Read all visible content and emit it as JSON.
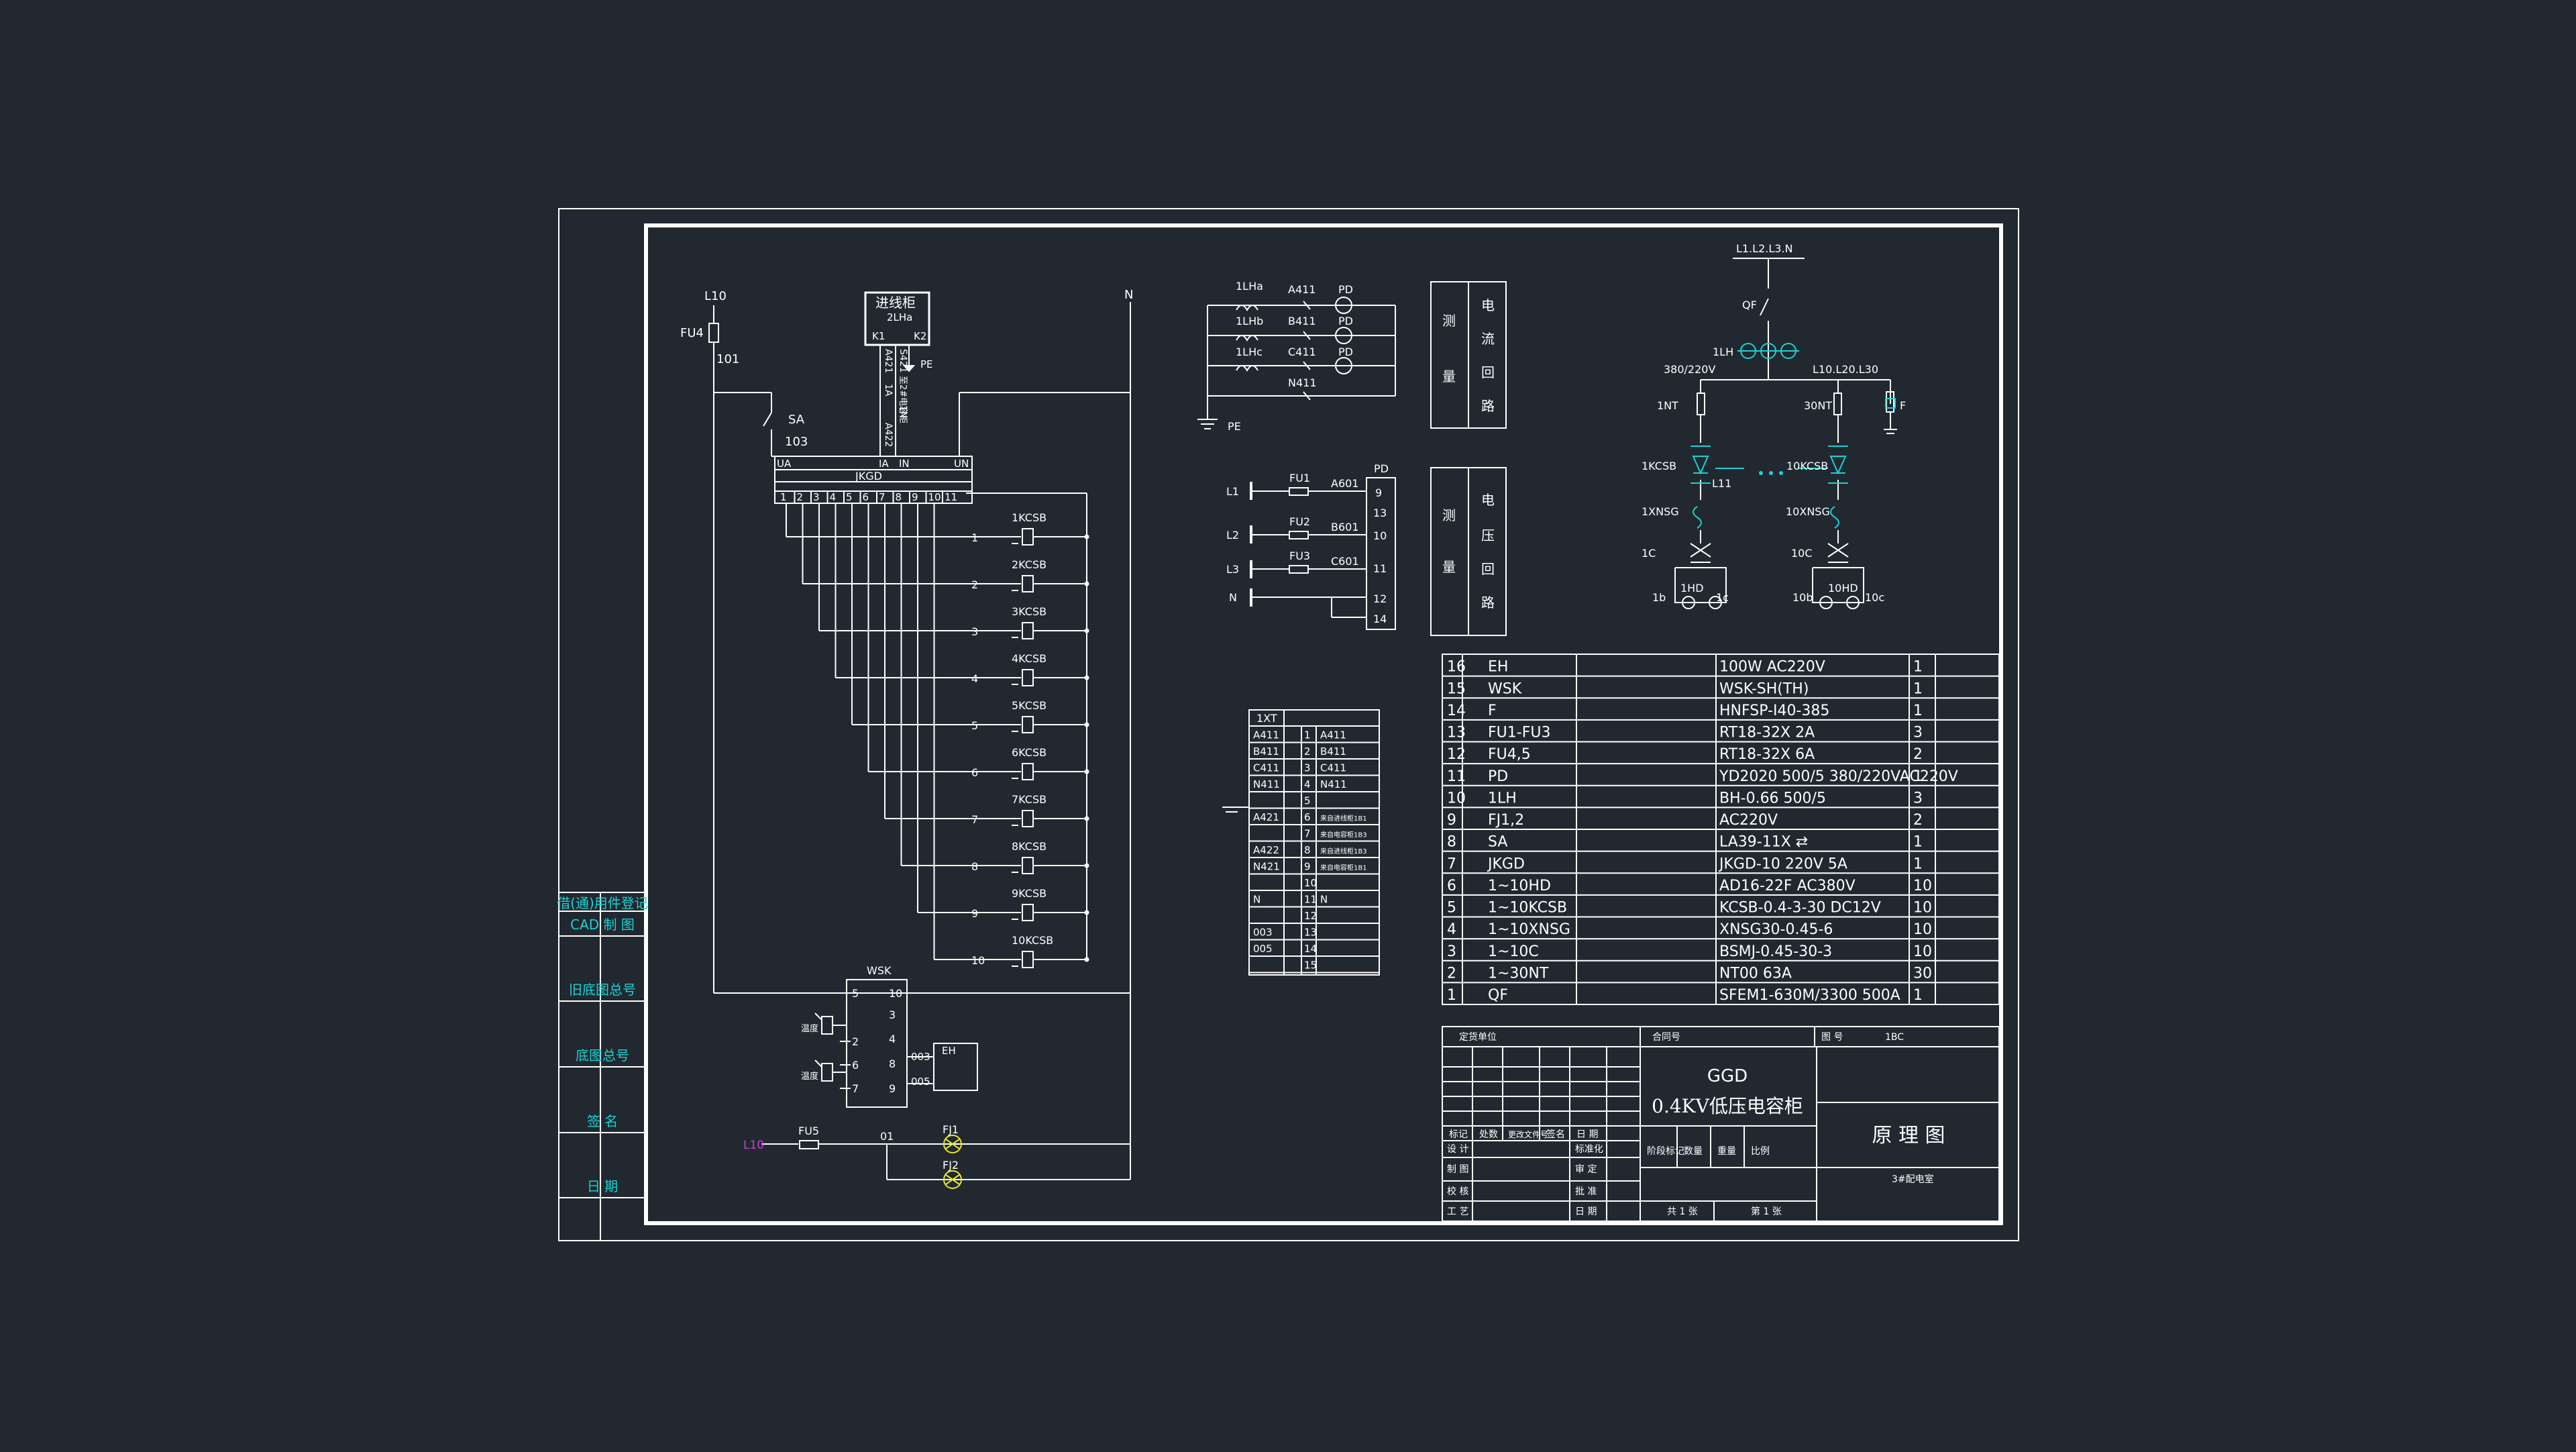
{
  "colors": {
    "background": "#212830",
    "line": "#ffffff",
    "cyan": "#19d3d3",
    "yellow": "#e6e62a",
    "magenta": "#d23cd2",
    "side_label": "#19d3d3"
  },
  "side_labels": [
    "借(通)用件登记",
    "CAD 制 图",
    "旧底图总号",
    "底图总号",
    "签 名",
    "日 期"
  ],
  "left_circuit": {
    "l10": "L10",
    "fu4": "FU4",
    "n101": "101",
    "sa": "SA",
    "n103": "103",
    "n_top": "N",
    "incoming_box": "进线柜",
    "lh": "2LHa",
    "k1": "K1",
    "k2": "K2",
    "pe": "PE",
    "wire_labels": [
      "A421",
      "S421",
      "1A",
      "1N",
      "A422",
      "至2#电容柜"
    ],
    "jkgd_top": [
      "UA",
      "IA",
      "IN",
      "UN"
    ],
    "jkgd_label": "JKGD",
    "jkgd_pins": [
      "1",
      "2",
      "3",
      "4",
      "5",
      "6",
      "7",
      "8",
      "9",
      "10",
      "11"
    ],
    "coil_numbers": [
      "1",
      "2",
      "3",
      "4",
      "5",
      "6",
      "7",
      "8",
      "9",
      "10"
    ],
    "coils": [
      "1KCSB",
      "2KCSB",
      "3KCSB",
      "4KCSB",
      "5KCSB",
      "6KCSB",
      "7KCSB",
      "8KCSB",
      "9KCSB",
      "10KCSB"
    ],
    "wsk": "WSK",
    "wsk_left_pins": [
      "5",
      "2",
      "6",
      "7"
    ],
    "wsk_right_pins": [
      "10",
      "3",
      "4",
      "8",
      "9"
    ],
    "temp_labels": [
      "温度",
      "温度"
    ],
    "n003": "003",
    "n005": "005",
    "eh": "EH",
    "l10b": "L10",
    "fu5": "FU5",
    "n01": "01",
    "fj1": "FJ1",
    "fj2": "FJ2"
  },
  "current_circuit": {
    "cts": [
      "1LHa",
      "1LHb",
      "1LHc"
    ],
    "wires": [
      "A411",
      "B411",
      "C411",
      "N411"
    ],
    "pd": [
      "PD",
      "PD",
      "PD"
    ],
    "pe": "PE",
    "box_left": [
      "测",
      "量"
    ],
    "box_right": [
      "电",
      "流",
      "回",
      "路"
    ]
  },
  "voltage_circuit": {
    "lines": [
      "L1",
      "L2",
      "L3",
      "N"
    ],
    "fuses": [
      "FU1",
      "FU2",
      "FU3"
    ],
    "wires": [
      "A601",
      "B601",
      "C601"
    ],
    "pd": "PD",
    "pd_pins": [
      "9",
      "13",
      "10",
      "11",
      "12",
      "14"
    ],
    "box_left": [
      "测",
      "量"
    ],
    "box_right": [
      "电",
      "压",
      "回",
      "路"
    ]
  },
  "terminal_block": {
    "title": "1XT",
    "rows": [
      {
        "l": "A411",
        "n": "1",
        "r": "A411"
      },
      {
        "l": "B411",
        "n": "2",
        "r": "B411"
      },
      {
        "l": "C411",
        "n": "3",
        "r": "C411"
      },
      {
        "l": "N411",
        "n": "4",
        "r": "N411"
      },
      {
        "l": "",
        "n": "5",
        "r": ""
      },
      {
        "l": "A421",
        "n": "6",
        "r": "来自进线柜1B1"
      },
      {
        "l": "",
        "n": "7",
        "r": "来自电容柜1B3"
      },
      {
        "l": "A422",
        "n": "8",
        "r": "来自进线柜1B3"
      },
      {
        "l": "N421",
        "n": "9",
        "r": "来自电容柜1B1"
      },
      {
        "l": "",
        "n": "10",
        "r": ""
      },
      {
        "l": "N",
        "n": "11",
        "r": "N"
      },
      {
        "l": "",
        "n": "12",
        "r": ""
      },
      {
        "l": "003",
        "n": "13",
        "r": ""
      },
      {
        "l": "005",
        "n": "14",
        "r": ""
      },
      {
        "l": "",
        "n": "15",
        "r": ""
      }
    ]
  },
  "single_line": {
    "bus": "L1.L2.L3.N",
    "qf": "QF",
    "lh": "1LH",
    "volt": "380/220V",
    "lines": "L10.L20.L30",
    "nt1": "1NT",
    "nt30": "30NT",
    "f": "F",
    "kcsb1": "1KCSB",
    "kcsb10": "10KCSB",
    "l11": "L11",
    "xnsg1": "1XNSG",
    "xnsg10": "10XNSG",
    "c1": "1C",
    "c10": "10C",
    "hd1": "1HD",
    "hd10": "10HD",
    "b1": "1b",
    "c1c": "1c",
    "b10": "10b",
    "c10c": "10c"
  },
  "parts_table": [
    {
      "no": "16",
      "code": "EH",
      "spec": "100W  AC220V",
      "qty": "1"
    },
    {
      "no": "15",
      "code": "WSK",
      "spec": "WSK-SH(TH)",
      "qty": "1"
    },
    {
      "no": "14",
      "code": "F",
      "spec": "HNFSP-I40-385",
      "qty": "1"
    },
    {
      "no": "13",
      "code": "FU1-FU3",
      "spec": "RT18-32X   2A",
      "qty": "3"
    },
    {
      "no": "12",
      "code": "FU4,5",
      "spec": "RT18-32X   6A",
      "qty": "2"
    },
    {
      "no": "11",
      "code": "PD",
      "spec": "YD2020  500/5  380/220VAC220V",
      "qty": "1"
    },
    {
      "no": "10",
      "code": "1LH",
      "spec": "BH-0.66  500/5",
      "qty": "3"
    },
    {
      "no": "9",
      "code": "FJ1,2",
      "spec": "AC220V",
      "qty": "2"
    },
    {
      "no": "8",
      "code": "SA",
      "spec": "LA39-11X  ⇄",
      "qty": "1"
    },
    {
      "no": "7",
      "code": "JKGD",
      "spec": "JKGD-10  220V  5A",
      "qty": "1"
    },
    {
      "no": "6",
      "code": "1~10HD",
      "spec": "AD16-22F  AC380V",
      "qty": "10"
    },
    {
      "no": "5",
      "code": "1~10KCSB",
      "spec": "KCSB-0.4-3-30  DC12V",
      "qty": "10"
    },
    {
      "no": "4",
      "code": "1~10XNSG",
      "spec": "XNSG30-0.45-6",
      "qty": "10"
    },
    {
      "no": "3",
      "code": "1~10C",
      "spec": "BSMJ-0.45-30-3",
      "qty": "10"
    },
    {
      "no": "2",
      "code": "1~30NT",
      "spec": "NT00  63A",
      "qty": "30"
    },
    {
      "no": "1",
      "code": "QF",
      "spec": "SFEM1-630M/3300  500A",
      "qty": "1"
    }
  ],
  "title_block": {
    "ding_huo": "定货单位",
    "he_tong": "合同号",
    "tu_hao": "图  号",
    "tu_hao_val": "1BC",
    "model": "GGD",
    "product": "0.4KV低压电容柜",
    "drawing": "原 理 图",
    "room": "3#配电室",
    "rev_headers": [
      "标记",
      "处数",
      "更改文件号",
      "签名",
      "日  期"
    ],
    "roles": [
      "设  计",
      "制  图",
      "校  核",
      "工  艺"
    ],
    "roles2": [
      "标准化",
      "审  定",
      "批  准",
      "日  期"
    ],
    "stage_headers": [
      "阶段标记",
      "数量",
      "重量",
      "比例"
    ],
    "sheets_total": "共 1  张",
    "sheet_no": "第 1  张"
  }
}
